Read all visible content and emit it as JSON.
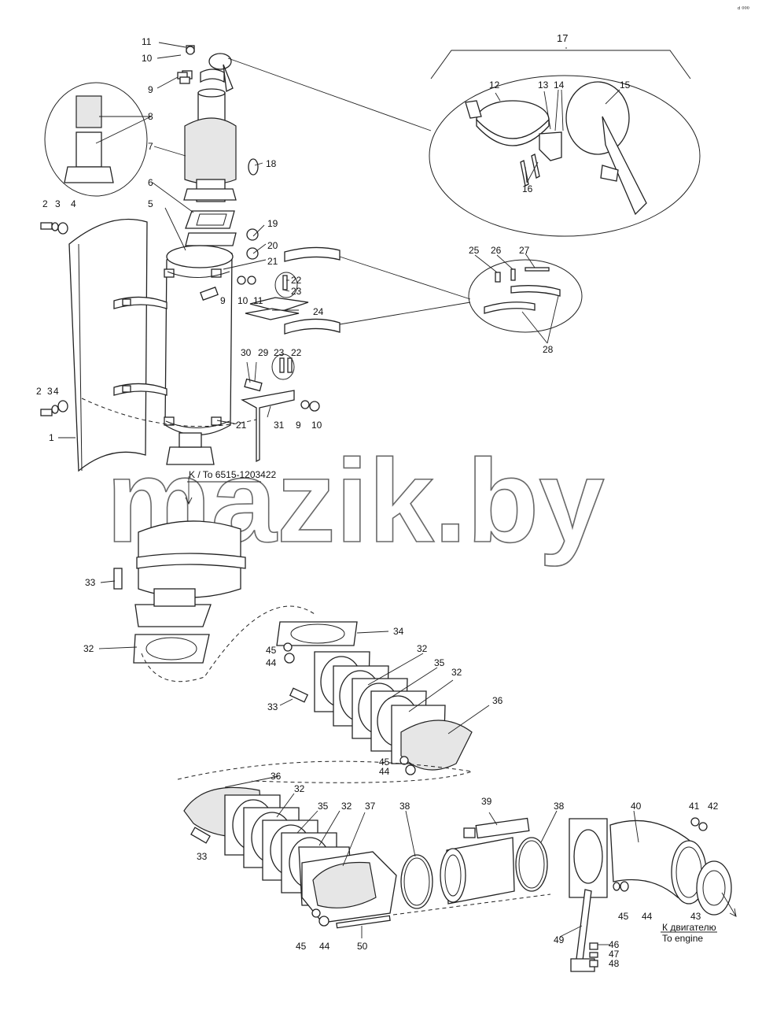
{
  "corner_mark": "ᵈ ⁰⁰⁰",
  "watermark": "mazik.by",
  "reference_note": "K / To 6515-1203422",
  "engine_note": {
    "ru": "К двигателю",
    "en": "To engine"
  },
  "callouts": {
    "c1": "1",
    "c2a": "2",
    "c2b": "2",
    "c3a": "3",
    "c3b": "3",
    "c4a": "4",
    "c4b": "4",
    "c5": "5",
    "c6": "6",
    "c7": "7",
    "c8": "8",
    "c9a": "9",
    "c9b": "9",
    "c9c": "9",
    "c10a": "10",
    "c10b": "10",
    "c10c": "10",
    "c11a": "11",
    "c11b": "11",
    "c12": "12",
    "c13": "13",
    "c14": "14",
    "c15": "15",
    "c16": "16",
    "c17": "17",
    "c18": "18",
    "c19": "19",
    "c20": "20",
    "c21a": "21",
    "c21b": "21",
    "c22a": "22",
    "c22b": "22",
    "c23a": "23",
    "c23b": "23",
    "c24": "24",
    "c25": "25",
    "c26": "26",
    "c27": "27",
    "c28": "28",
    "c29": "29",
    "c30": "30",
    "c31": "31",
    "c32a": "32",
    "c32b": "32",
    "c32c": "32",
    "c32d": "32",
    "c32e": "32",
    "c33a": "33",
    "c33b": "33",
    "c33c": "33",
    "c34": "34",
    "c35a": "35",
    "c35b": "35",
    "c36a": "36",
    "c36b": "36",
    "c37": "37",
    "c38a": "38",
    "c38b": "38",
    "c39": "39",
    "c40": "40",
    "c41": "41",
    "c42": "42",
    "c43": "43",
    "c44a": "44",
    "c44b": "44",
    "c44c": "44",
    "c44d": "44",
    "c45a": "45",
    "c45b": "45",
    "c45c": "45",
    "c45d": "45",
    "c46": "46",
    "c47": "47",
    "c48": "48",
    "c49": "49",
    "c50": "50"
  }
}
